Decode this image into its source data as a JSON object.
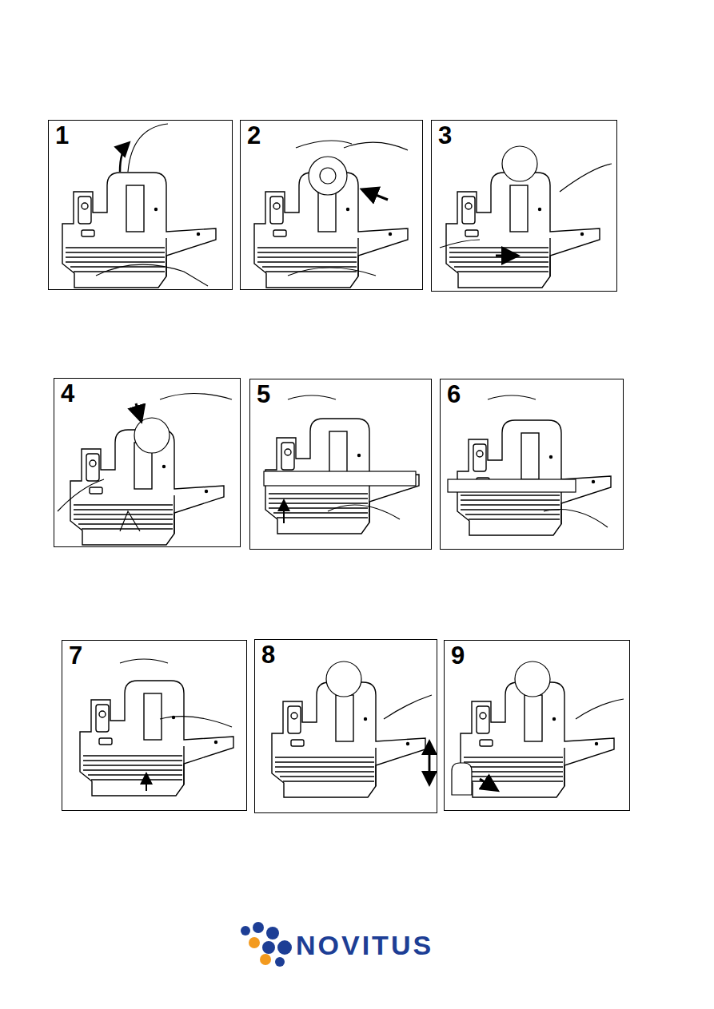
{
  "diagram": {
    "nodes": [
      {
        "text": [
          "1"
        ]
      },
      {
        "text": [
          "2"
        ]
      },
      {
        "text": [
          "3"
        ]
      },
      {
        "text": [
          "4"
        ]
      },
      {
        "text": [
          "5"
        ]
      },
      {
        "text": [
          "6"
        ]
      },
      {
        "text": [
          "7"
        ]
      },
      {
        "text": [
          "8"
        ]
      },
      {
        "text": [
          "9"
        ]
      }
    ],
    "labels": [
      "NOVITUS"
    ]
  }
}
